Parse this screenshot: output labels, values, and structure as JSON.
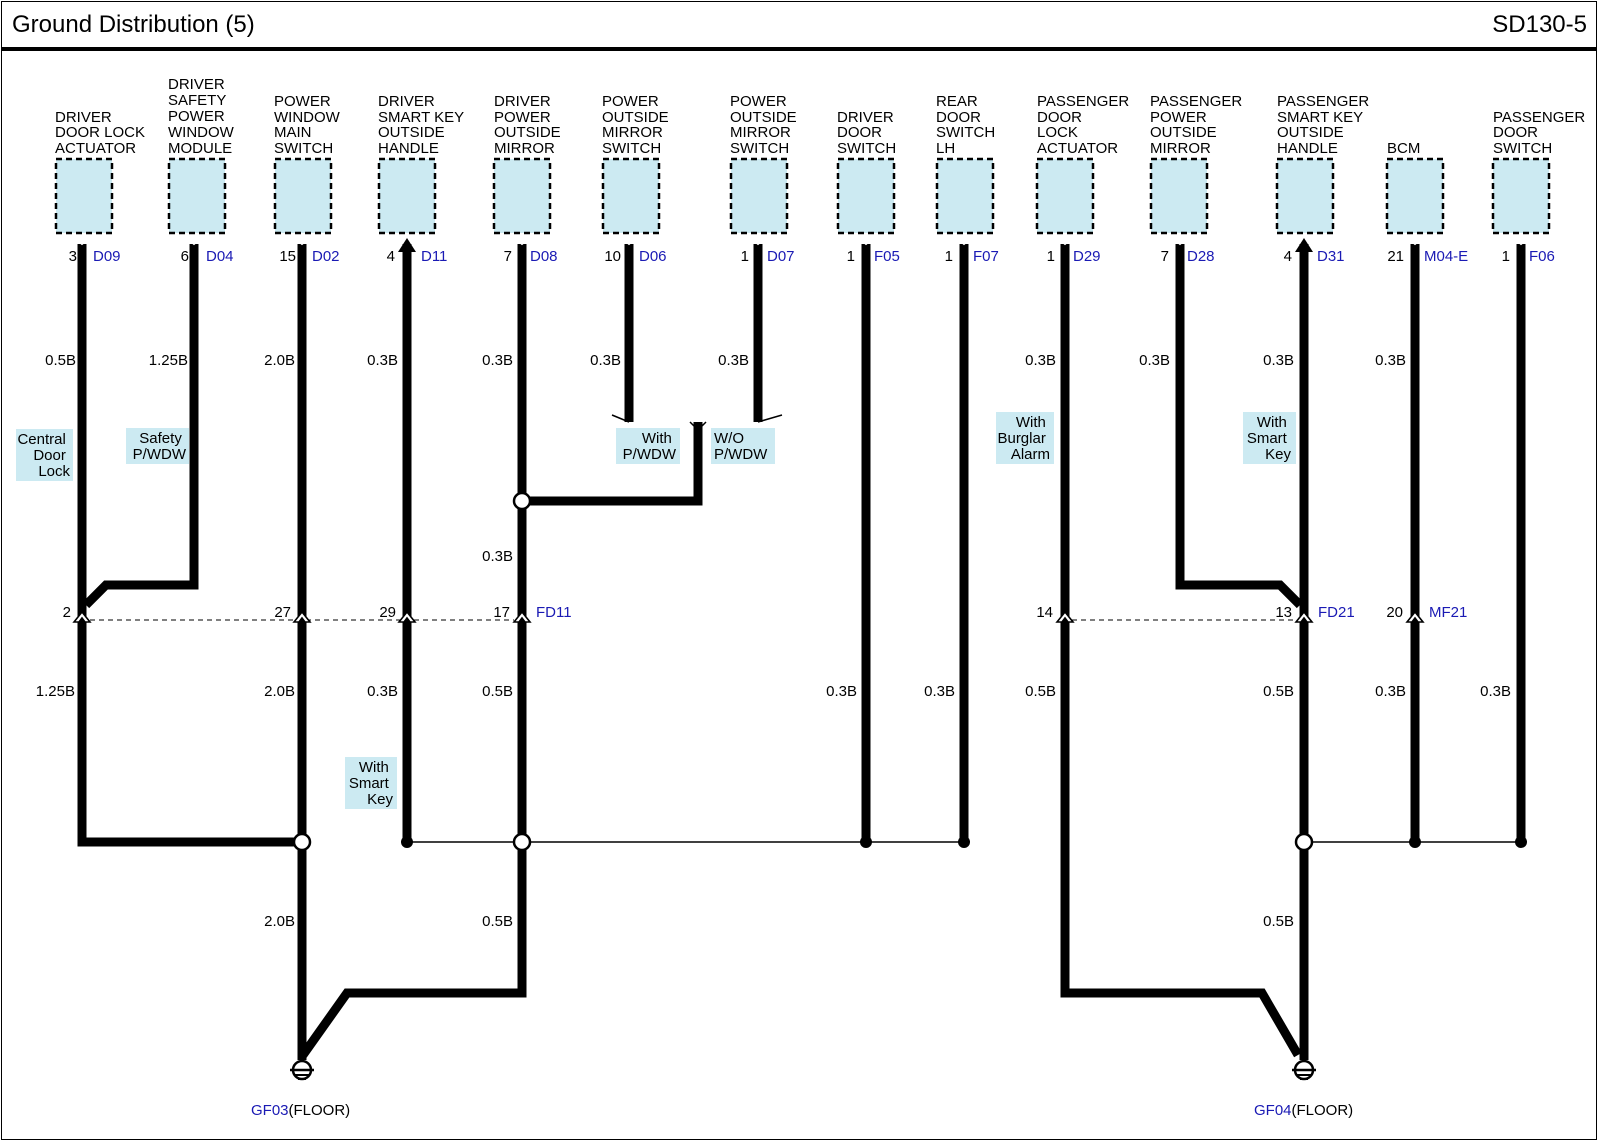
{
  "header": {
    "title": "Ground Distribution (5)",
    "code": "SD130-5"
  },
  "colors": {
    "component_fill": "#cceaf2",
    "option_fill": "#cceaf2",
    "wire": "#000000",
    "connector_text": "#1a1ab4"
  },
  "components": [
    {
      "id": "c1",
      "lines": [
        "DRIVER",
        "DOOR LOCK",
        "ACTUATOR"
      ],
      "pin": "3",
      "connector": "D09"
    },
    {
      "id": "c2",
      "lines": [
        "DRIVER",
        "SAFETY",
        "POWER",
        "WINDOW",
        "MODULE"
      ],
      "pin": "6",
      "connector": "D04"
    },
    {
      "id": "c3",
      "lines": [
        "POWER",
        "WINDOW",
        "MAIN",
        "SWITCH"
      ],
      "pin": "15",
      "connector": "D02"
    },
    {
      "id": "c4",
      "lines": [
        "DRIVER",
        "SMART KEY",
        "OUTSIDE",
        "HANDLE"
      ],
      "pin": "4",
      "connector": "D11"
    },
    {
      "id": "c5",
      "lines": [
        "DRIVER",
        "POWER",
        "OUTSIDE",
        "MIRROR"
      ],
      "pin": "7",
      "connector": "D08"
    },
    {
      "id": "c6",
      "lines": [
        "POWER",
        "OUTSIDE",
        "MIRROR",
        "SWITCH"
      ],
      "pin": "10",
      "connector": "D06"
    },
    {
      "id": "c7",
      "lines": [
        "POWER",
        "OUTSIDE",
        "MIRROR",
        "SWITCH"
      ],
      "pin": "1",
      "connector": "D07"
    },
    {
      "id": "c8",
      "lines": [
        "DRIVER",
        "DOOR",
        "SWITCH"
      ],
      "pin": "1",
      "connector": "F05"
    },
    {
      "id": "c9",
      "lines": [
        "REAR",
        "DOOR",
        "SWITCH",
        "LH"
      ],
      "pin": "1",
      "connector": "F07"
    },
    {
      "id": "c10",
      "lines": [
        "PASSENGER",
        "DOOR",
        "LOCK",
        "ACTUATOR"
      ],
      "pin": "1",
      "connector": "D29"
    },
    {
      "id": "c11",
      "lines": [
        "PASSENGER",
        "POWER",
        "OUTSIDE",
        "MIRROR"
      ],
      "pin": "7",
      "connector": "D28"
    },
    {
      "id": "c12",
      "lines": [
        "PASSENGER",
        "SMART KEY",
        "OUTSIDE",
        "HANDLE"
      ],
      "pin": "4",
      "connector": "D31"
    },
    {
      "id": "c13",
      "lines": [
        "BCM"
      ],
      "pin": "21",
      "connector": "M04-E"
    },
    {
      "id": "c14",
      "lines": [
        "PASSENGER",
        "DOOR",
        "SWITCH"
      ],
      "pin": "1",
      "connector": "F06"
    }
  ],
  "wire_labels": {
    "upper": [
      "0.5B",
      "1.25B",
      "2.0B",
      "0.3B",
      "0.3B",
      "0.3B",
      "0.3B",
      "0.3B",
      "0.3B",
      "0.3B",
      "0.3B"
    ],
    "mirror_mid": "0.3B",
    "lower": [
      "1.25B",
      "2.0B",
      "0.3B",
      "0.5B",
      "0.3B",
      "0.3B",
      "0.5B",
      "0.5B",
      "0.3B",
      "0.3B"
    ],
    "bottom": [
      "2.0B",
      "0.5B",
      "0.5B"
    ]
  },
  "options": {
    "central_door_lock": [
      "Central",
      "Door",
      "Lock"
    ],
    "safety_pwdw": [
      "Safety",
      "P/WDW"
    ],
    "with_pwdw": [
      "With",
      "P/WDW"
    ],
    "wo_pwdw": [
      "W/O",
      "P/WDW"
    ],
    "with_smart_key_mid": [
      "With",
      "Smart",
      "Key"
    ],
    "with_burglar_alarm": [
      "With",
      "Burglar",
      "Alarm"
    ],
    "with_smart_key_right": [
      "With",
      "Smart",
      "Key"
    ]
  },
  "junctions": [
    {
      "pin": "2"
    },
    {
      "pin": "27"
    },
    {
      "pin": "29"
    },
    {
      "pin": "17",
      "connector": "FD11"
    },
    {
      "pin": "14"
    },
    {
      "pin": "13",
      "connector": "FD21"
    },
    {
      "pin": "20",
      "connector": "MF21"
    }
  ],
  "grounds": [
    {
      "code": "GF03",
      "suffix": "(FLOOR)"
    },
    {
      "code": "GF04",
      "suffix": "(FLOOR)"
    }
  ]
}
